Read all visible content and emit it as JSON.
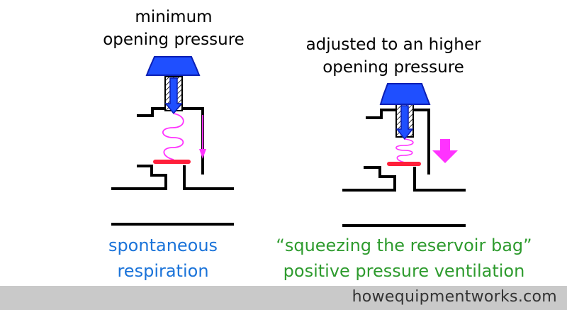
{
  "left_panel": {
    "title_lines": [
      "minimum",
      "opening pressure"
    ],
    "caption_lines": [
      "spontaneous",
      "respiration"
    ]
  },
  "right_panel": {
    "title_lines": [
      "adjusted to an higher",
      "opening pressure"
    ],
    "caption_lines": [
      "“squeezing the reservoir bag”",
      "positive pressure ventilation"
    ]
  },
  "footer": {
    "text": "howequipmentworks.com"
  },
  "colors": {
    "knob": "#1f4fff",
    "knob_edge": "#0b1fb4",
    "spring": "#ff33ff",
    "disc": "#ff1f3a",
    "arrow": "#ff33ff",
    "housing": "#000000",
    "caption_left": "#1a73d9",
    "caption_right": "#2e9b2e",
    "footer_bg": "#c9c9c9",
    "footer_text": "#333333"
  }
}
